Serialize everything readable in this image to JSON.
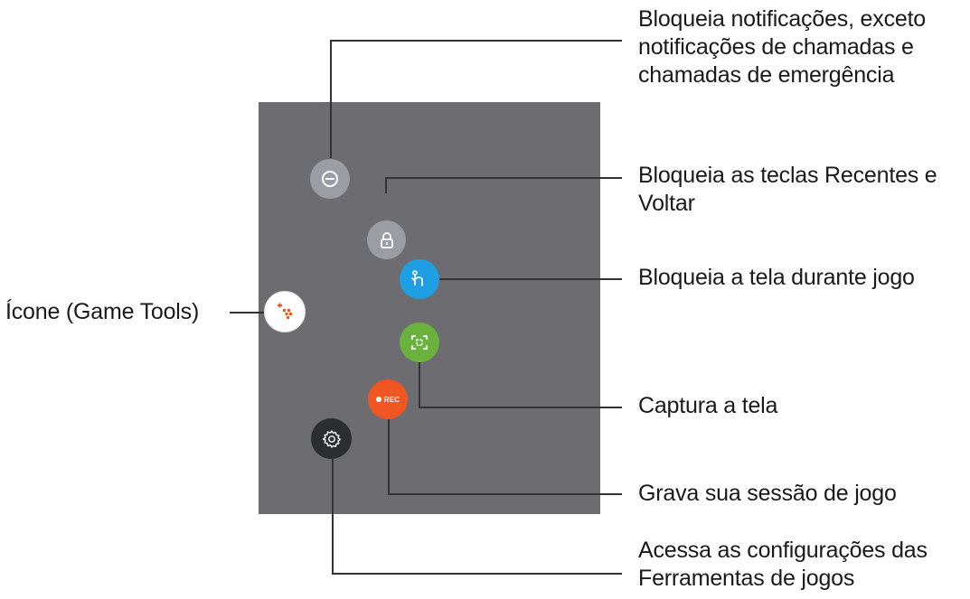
{
  "callouts": {
    "notifications": "Bloqueia notificações, exceto notificações de chamadas e chamadas de emergência",
    "notifications_lines": [
      "Bloqueia notificações, exceto",
      "notificações de chamadas e",
      "chamadas de emergência"
    ],
    "lock_keys_lines": [
      "Bloqueia as teclas Recentes e",
      "Voltar"
    ],
    "lock_screen": "Bloqueia a tela durante jogo",
    "game_tools_icon": "Ícone (Game Tools)",
    "capture": "Captura a tela",
    "record": "Grava sua sessão de jogo",
    "settings_lines": [
      "Acessa as configurações das",
      "Ferramentas de jogos"
    ]
  },
  "buttons": {
    "rec_label": "REC",
    "colors": {
      "notifications": "#9a9da3",
      "lock_keys": "#9a9da3",
      "touch_lock": "#1f9fe3",
      "capture": "#6ab23e",
      "record": "#f05522",
      "settings": "#2c2d31",
      "game_tools": "#ffffff",
      "game_tools_accent": "#f05522"
    },
    "icons": {
      "notifications": "block-notifications-icon",
      "lock_keys": "lock-icon",
      "touch_lock": "touch-lock-icon",
      "capture": "screenshot-icon",
      "record": "record-icon",
      "settings": "gear-icon",
      "game_tools": "game-tools-icon"
    }
  }
}
